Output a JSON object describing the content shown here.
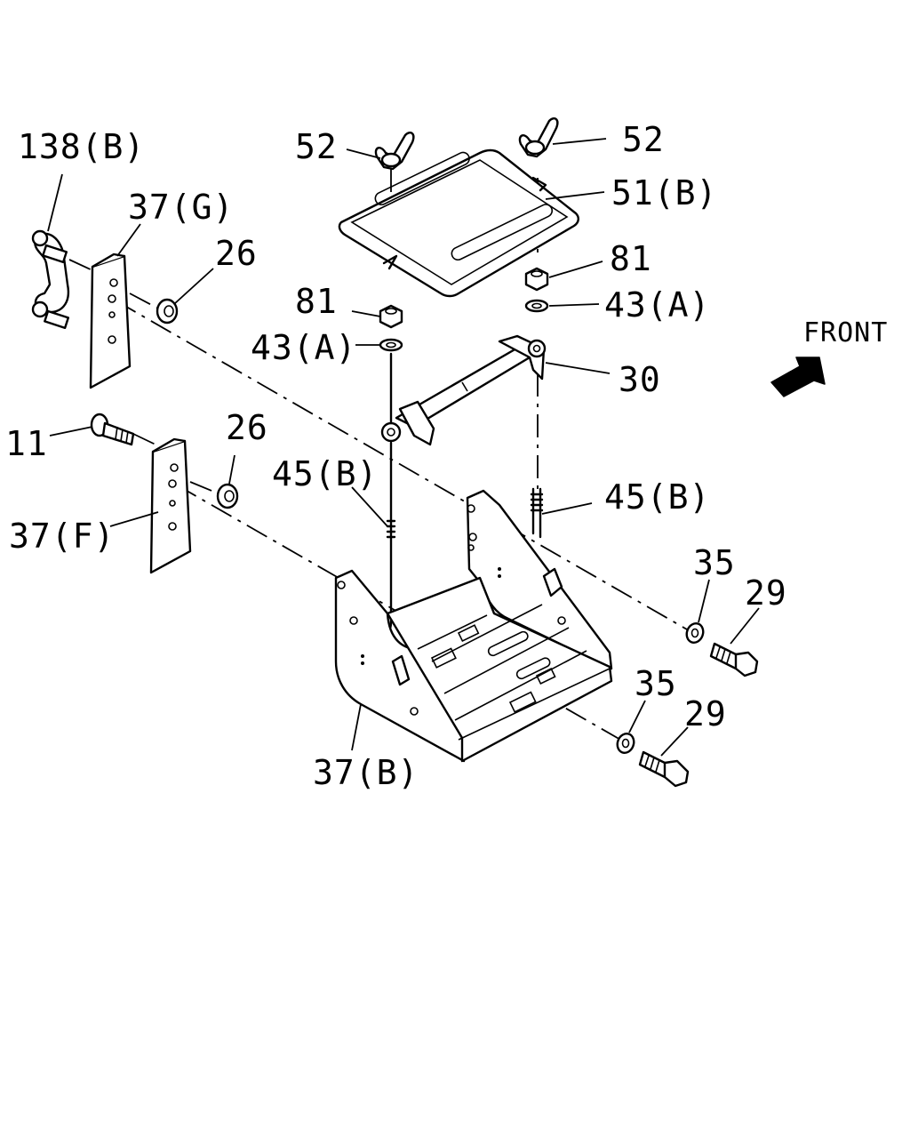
{
  "callouts": {
    "p138b": "138(B)",
    "p37g": "37(G)",
    "p26a": "26",
    "p11": "11",
    "p26b": "26",
    "p37f": "37(F)",
    "p52a": "52",
    "p52b": "52",
    "p51b": "51(B)",
    "p81a": "81",
    "p81b": "81",
    "p43a_left": "43(A)",
    "p43a_right": "43(A)",
    "p30": "30",
    "p45b_left": "45(B)",
    "p45b_right": "45(B)",
    "p35a": "35",
    "p29a": "29",
    "p35b": "35",
    "p29b": "29",
    "p37b": "37(B)"
  },
  "direction": {
    "label": "FRONT",
    "icon": "front-arrow-icon"
  }
}
